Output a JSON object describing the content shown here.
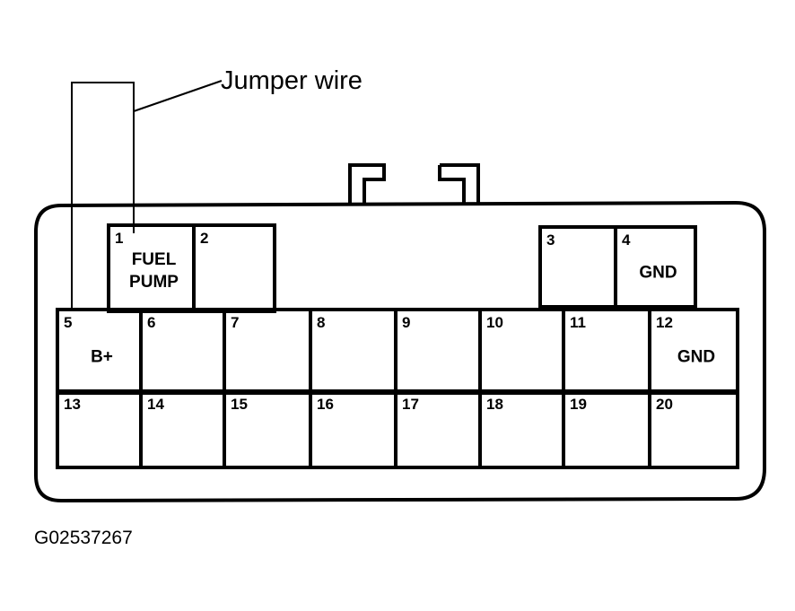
{
  "callout": {
    "label": "Jumper wire"
  },
  "figure_id": "G02537267",
  "colors": {
    "line": "#000000",
    "background": "#ffffff"
  },
  "top_pins": [
    {
      "number": "1",
      "lines": [
        "FUEL",
        "PUMP"
      ]
    },
    {
      "number": "2",
      "lines": []
    },
    {
      "number": "3",
      "lines": []
    },
    {
      "number": "4",
      "lines": [
        "GND"
      ]
    }
  ],
  "row_one": [
    {
      "number": "5",
      "lines": [
        "B+"
      ]
    },
    {
      "number": "6",
      "lines": []
    },
    {
      "number": "7",
      "lines": []
    },
    {
      "number": "8",
      "lines": []
    },
    {
      "number": "9",
      "lines": []
    },
    {
      "number": "10",
      "lines": []
    },
    {
      "number": "11",
      "lines": []
    },
    {
      "number": "12",
      "lines": [
        "GND"
      ]
    }
  ],
  "row_two": [
    {
      "number": "13",
      "lines": []
    },
    {
      "number": "14",
      "lines": []
    },
    {
      "number": "15",
      "lines": []
    },
    {
      "number": "16",
      "lines": []
    },
    {
      "number": "17",
      "lines": []
    },
    {
      "number": "18",
      "lines": []
    },
    {
      "number": "19",
      "lines": []
    },
    {
      "number": "20",
      "lines": []
    }
  ]
}
